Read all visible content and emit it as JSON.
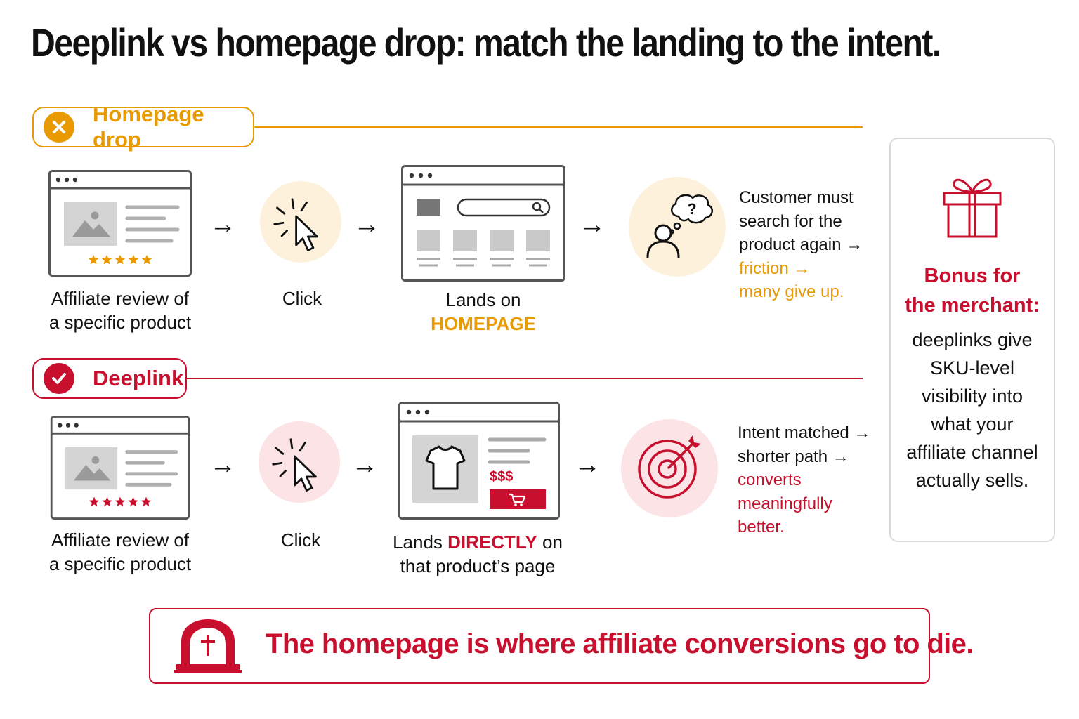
{
  "title": "Deeplink vs homepage drop: match the landing to the intent.",
  "colors": {
    "orange": "#e89a00",
    "red": "#c8102e",
    "ink": "#111111"
  },
  "homepage_drop": {
    "label": "Homepage drop",
    "badge_icon": "x-icon",
    "review_caption_line1": "Affiliate review of",
    "review_caption_line2": "a specific product",
    "click_caption": "Click",
    "landing_caption_line1": "Lands on",
    "landing_caption_highlight": "HOMEPAGE",
    "outcome_line1": "Customer must",
    "outcome_line2": "search for the",
    "outcome_line3": "product again →",
    "outcome_highlight_line1": "friction →",
    "outcome_highlight_line2": "many give up."
  },
  "deeplink": {
    "label": "Deeplink",
    "badge_icon": "check-icon",
    "review_caption_line1": "Affiliate review of",
    "review_caption_line2": "a specific product",
    "click_caption": "Click",
    "landing_caption_pre": "Lands",
    "landing_caption_highlight": "DIRECTLY",
    "landing_caption_post": "on",
    "landing_caption_line2": "that product’s page",
    "price_label": "$$$",
    "outcome_line1": "Intent matched →",
    "outcome_line2": "shorter path →",
    "outcome_highlight_line1": "converts",
    "outcome_highlight_line2": "meaningfully",
    "outcome_highlight_line3": "better."
  },
  "bonus": {
    "heading_line1": "Bonus for",
    "heading_line2": "the merchant:",
    "body_line1": "deeplinks give",
    "body_line2": "SKU-level",
    "body_line3": "visibility into",
    "body_line4": "what your",
    "body_line5": "affiliate channel",
    "body_line6": "actually sells."
  },
  "arrow_glyph": "→",
  "bottom_banner": "The homepage is where affiliate conversions go to die."
}
